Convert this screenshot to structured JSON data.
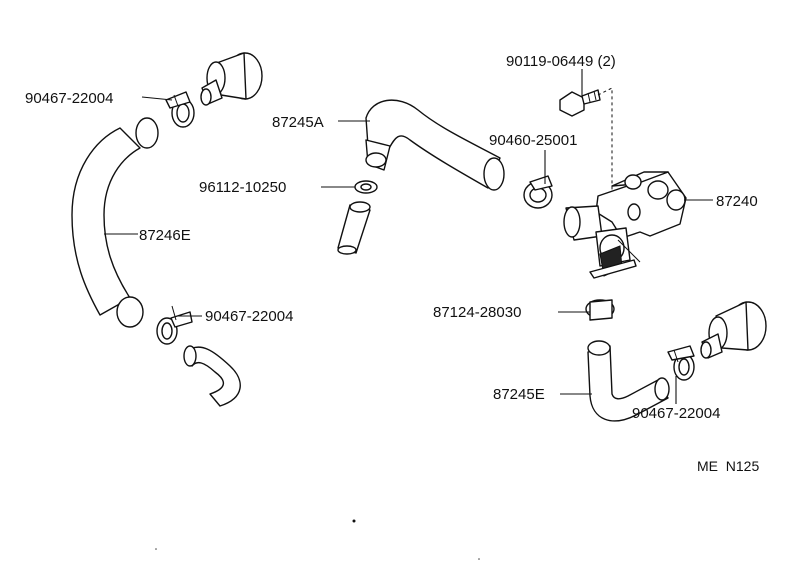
{
  "diagram": {
    "reference_code": "ME  N125",
    "labels": {
      "clamp_upper_left": "90467-22004",
      "hose_upper_middle": "87245A",
      "clip": "96112-10250",
      "hose_left": "87246E",
      "clamp_lower_left": "90467-22004",
      "bolt": "90119-06449 (2)",
      "clamp_middle": "90460-25001",
      "valve": "87240",
      "clamp_lower_middle": "87124-28030",
      "hose_lower_right": "87245E",
      "clamp_lower_right": "90467-22004"
    }
  }
}
